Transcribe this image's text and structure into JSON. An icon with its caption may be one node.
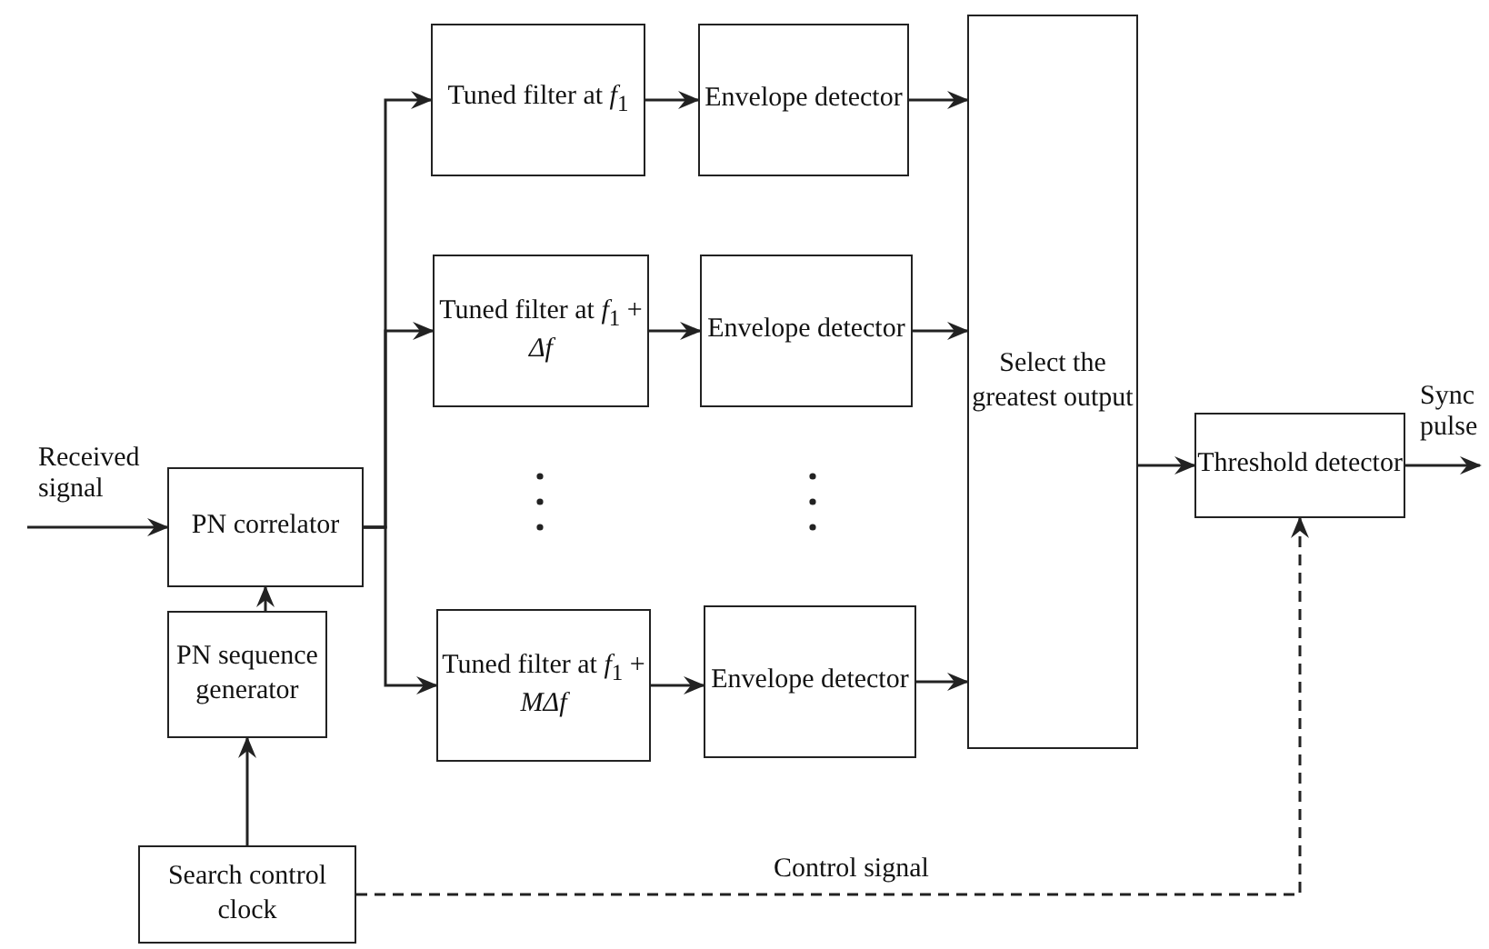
{
  "diagram": {
    "nodes": [
      {
        "text": [
          "PN correlator"
        ]
      },
      {
        "text": [
          "PN sequence generator"
        ]
      },
      {
        "text": [
          "Search control clock"
        ]
      },
      {
        "text": [
          "Tuned filter at *f*$_{1}$"
        ]
      },
      {
        "text": [
          "Envelope detector"
        ]
      },
      {
        "text": [
          "Tuned filter at *f*$_{1}$ + *Δf*"
        ]
      },
      {
        "text": [
          "Envelope detector"
        ]
      },
      {
        "text": [
          "Tuned filter at *f*$_{1}$ + *MΔf*"
        ]
      },
      {
        "text": [
          "Envelope detector"
        ]
      },
      {
        "text": [
          "Select the greatest output"
        ]
      },
      {
        "text": [
          "Threshold detector"
        ]
      }
    ],
    "edges": [
      {
        "from": null,
        "to": 0,
        "arrow": "to",
        "label": "Received signal"
      },
      {
        "from": 0,
        "to": 3,
        "arrow": "to"
      },
      {
        "from": 0,
        "to": 5,
        "arrow": "to"
      },
      {
        "from": 0,
        "to": 7,
        "arrow": "to"
      },
      {
        "from": 1,
        "to": 0,
        "arrow": "to"
      },
      {
        "from": 2,
        "to": 1,
        "arrow": "to"
      },
      {
        "from": 3,
        "to": 4,
        "arrow": "to"
      },
      {
        "from": 5,
        "to": 6,
        "arrow": "to"
      },
      {
        "from": 7,
        "to": 8,
        "arrow": "to"
      },
      {
        "from": 4,
        "to": 9,
        "arrow": "to"
      },
      {
        "from": 6,
        "to": 9,
        "arrow": "to"
      },
      {
        "from": 8,
        "to": 9,
        "arrow": "to"
      },
      {
        "from": 9,
        "to": 10,
        "arrow": "to"
      },
      {
        "from": 10,
        "to": null,
        "arrow": "to",
        "label": "Sync pulse"
      },
      {
        "from": 2,
        "to": 10,
        "arrow": "to",
        "label": "Control signal",
        "style": "dashed"
      }
    ]
  }
}
